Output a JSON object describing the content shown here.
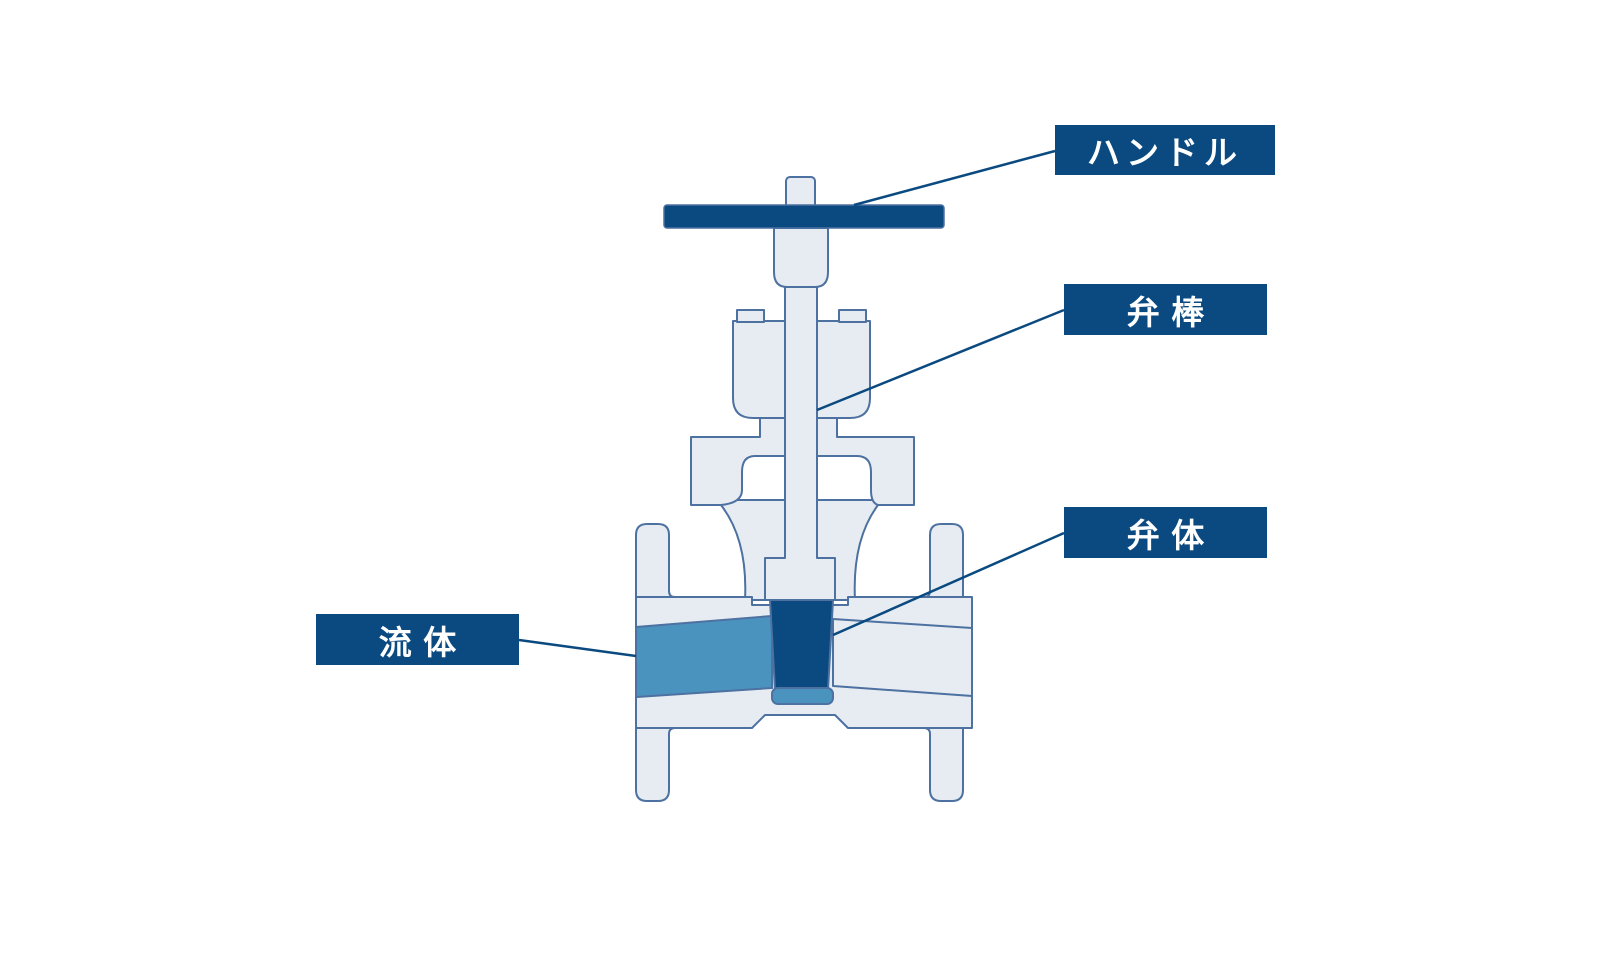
{
  "labels": {
    "handle": "ハンドル",
    "stem": "弁 棒",
    "disc": "弁 体",
    "fluid": "流 体"
  },
  "colors": {
    "label_bg": "#0a4a80",
    "outline": "#4d71a0",
    "body_fill": "#e6ecf2",
    "dark_part": "#0a4a80",
    "fluid": "#4b93bf",
    "leader": "#0a4a80"
  }
}
